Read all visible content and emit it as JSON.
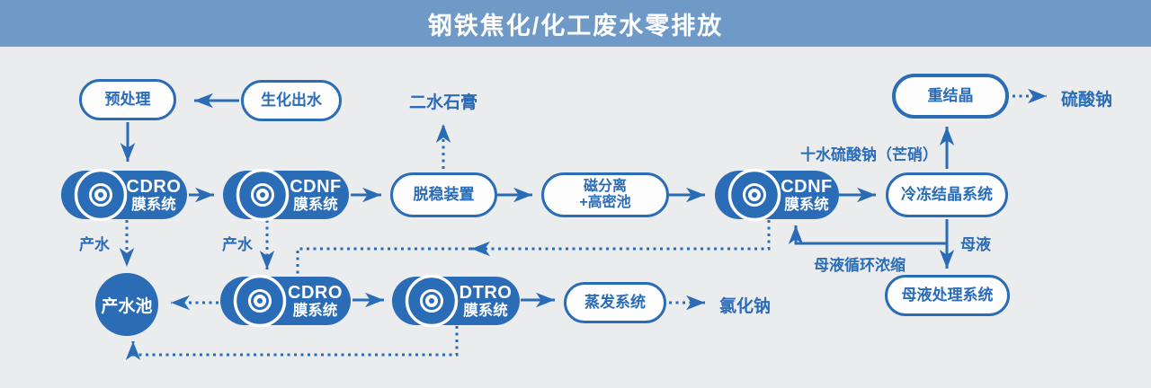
{
  "header": {
    "title": "钢铁焦化/化工废水零排放"
  },
  "colors": {
    "accent_blue": "#2b6cb7",
    "header_bg": "#6f9ac7",
    "background": "#ebecee"
  },
  "nodes": {
    "pretreatment": "预处理",
    "biochemical_effluent": "生化出水",
    "cdro_top": {
      "en": "CDRO",
      "cn": "膜系统"
    },
    "cdnf_top": {
      "en": "CDNF",
      "cn": "膜系统"
    },
    "destabilization": "脱稳装置",
    "magnetic_separation": {
      "line1": "磁分离",
      "line2": "+高密池"
    },
    "cdnf_right": {
      "en": "CDNF",
      "cn": "膜系统"
    },
    "freeze_crystallization": "冷冻结晶系统",
    "recrystallization": "重结晶",
    "mother_liquor_treatment": "母液处理系统",
    "product_water_pool": "产水池",
    "cdro_bottom": {
      "en": "CDRO",
      "cn": "膜系统"
    },
    "dtro": {
      "en": "DTRO",
      "cn": "膜系统"
    },
    "evaporation": "蒸发系统"
  },
  "flow_labels": {
    "gypsum": "二水石膏",
    "sodium_sulfate": "硫酸钠",
    "glauber_salt": "十水硫酸钠（芒硝）",
    "mother_liquor": "母液",
    "mother_liquor_recycle": "母液循环浓缩",
    "product_water_left": "产水",
    "product_water_right": "产水",
    "sodium_chloride": "氯化钠"
  }
}
